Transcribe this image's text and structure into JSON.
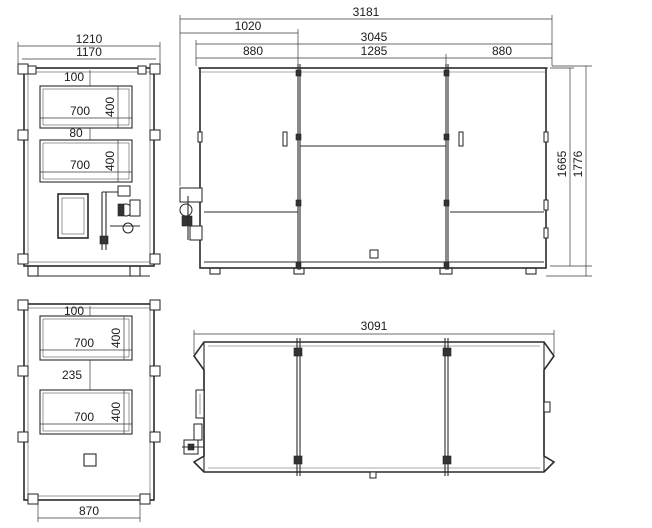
{
  "dimensions": {
    "front_total_width": "1210",
    "front_inner_width": "1170",
    "front_top_gap": "100",
    "front_opening1_width": "700",
    "front_opening1_height": "400",
    "front_mid_gap": "80",
    "front_opening2_width": "700",
    "front_opening2_height": "400",
    "side_total_length": "3181",
    "side_offset": "1020",
    "side_body_length": "3045",
    "side_section1": "880",
    "side_section2": "1285",
    "side_section3": "880",
    "side_body_height": "1665",
    "side_total_height": "1776",
    "rear_top_gap": "100",
    "rear_opening1_width": "700",
    "rear_opening1_height": "400",
    "rear_mid_gap": "235",
    "rear_opening2_width": "700",
    "rear_opening2_height": "400",
    "rear_base_width": "870",
    "top_total_length": "3091"
  }
}
